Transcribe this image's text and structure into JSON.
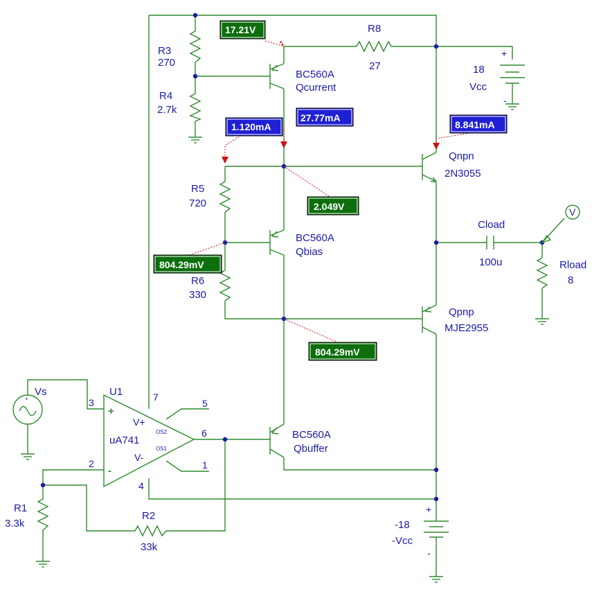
{
  "components": {
    "r3": {
      "name": "R3",
      "value": "270"
    },
    "r4": {
      "name": "R4",
      "value": "2.7k"
    },
    "r5": {
      "name": "R5",
      "value": "720"
    },
    "r6": {
      "name": "R6",
      "value": "330"
    },
    "r8": {
      "name": "R8",
      "value": "27"
    },
    "r1": {
      "name": "R1",
      "value": "3.3k"
    },
    "r2": {
      "name": "R2",
      "value": "33k"
    },
    "rload": {
      "name": "Rload",
      "value": "8"
    },
    "cload": {
      "name": "Cload",
      "value": "100u"
    },
    "vcc": {
      "value": "18",
      "name": "Vcc"
    },
    "vee": {
      "value": "-18",
      "name": "-Vcc"
    },
    "vs": {
      "name": "Vs"
    },
    "qcurrent": {
      "model": "BC560A",
      "name": "Qcurrent"
    },
    "qbias": {
      "model": "BC560A",
      "name": "Qbias"
    },
    "qbuffer": {
      "model": "BC560A",
      "name": "Qbuffer"
    },
    "qnpn": {
      "name": "Qnpn",
      "model": "2N3055"
    },
    "qpnp": {
      "name": "Qpnp",
      "model": "MJE2955"
    },
    "u1": {
      "name": "U1",
      "model": "uA741",
      "vplus": "V+",
      "vminus": "V-",
      "os1": "OS1",
      "os2": "OS2",
      "plus": "+",
      "minus": "-"
    }
  },
  "pins": {
    "p2": "2",
    "p3": "3",
    "p4": "4",
    "p5": "5",
    "p6": "6",
    "p7": "7",
    "p1": "1"
  },
  "polarity": {
    "plus": "+",
    "minus": "-"
  },
  "voltmeter": {
    "symbol": "V"
  },
  "probes": {
    "v_qcurrent_e": "17.21V",
    "i_r5": "1.120mA",
    "i_qcurrent_c": "27.77mA",
    "i_qnpn_b": "8.841mA",
    "v_qnpn_b": "2.049V",
    "v_qbias_b": "804.29mV",
    "v_qbias_e": "804.29mV"
  },
  "colors": {
    "wire": "#2e8b2e",
    "text": "#1a1aa8",
    "voltage_probe": "#0d6e0d",
    "current_probe": "#1f1fd6",
    "probe_arrow": "#cc1111"
  }
}
